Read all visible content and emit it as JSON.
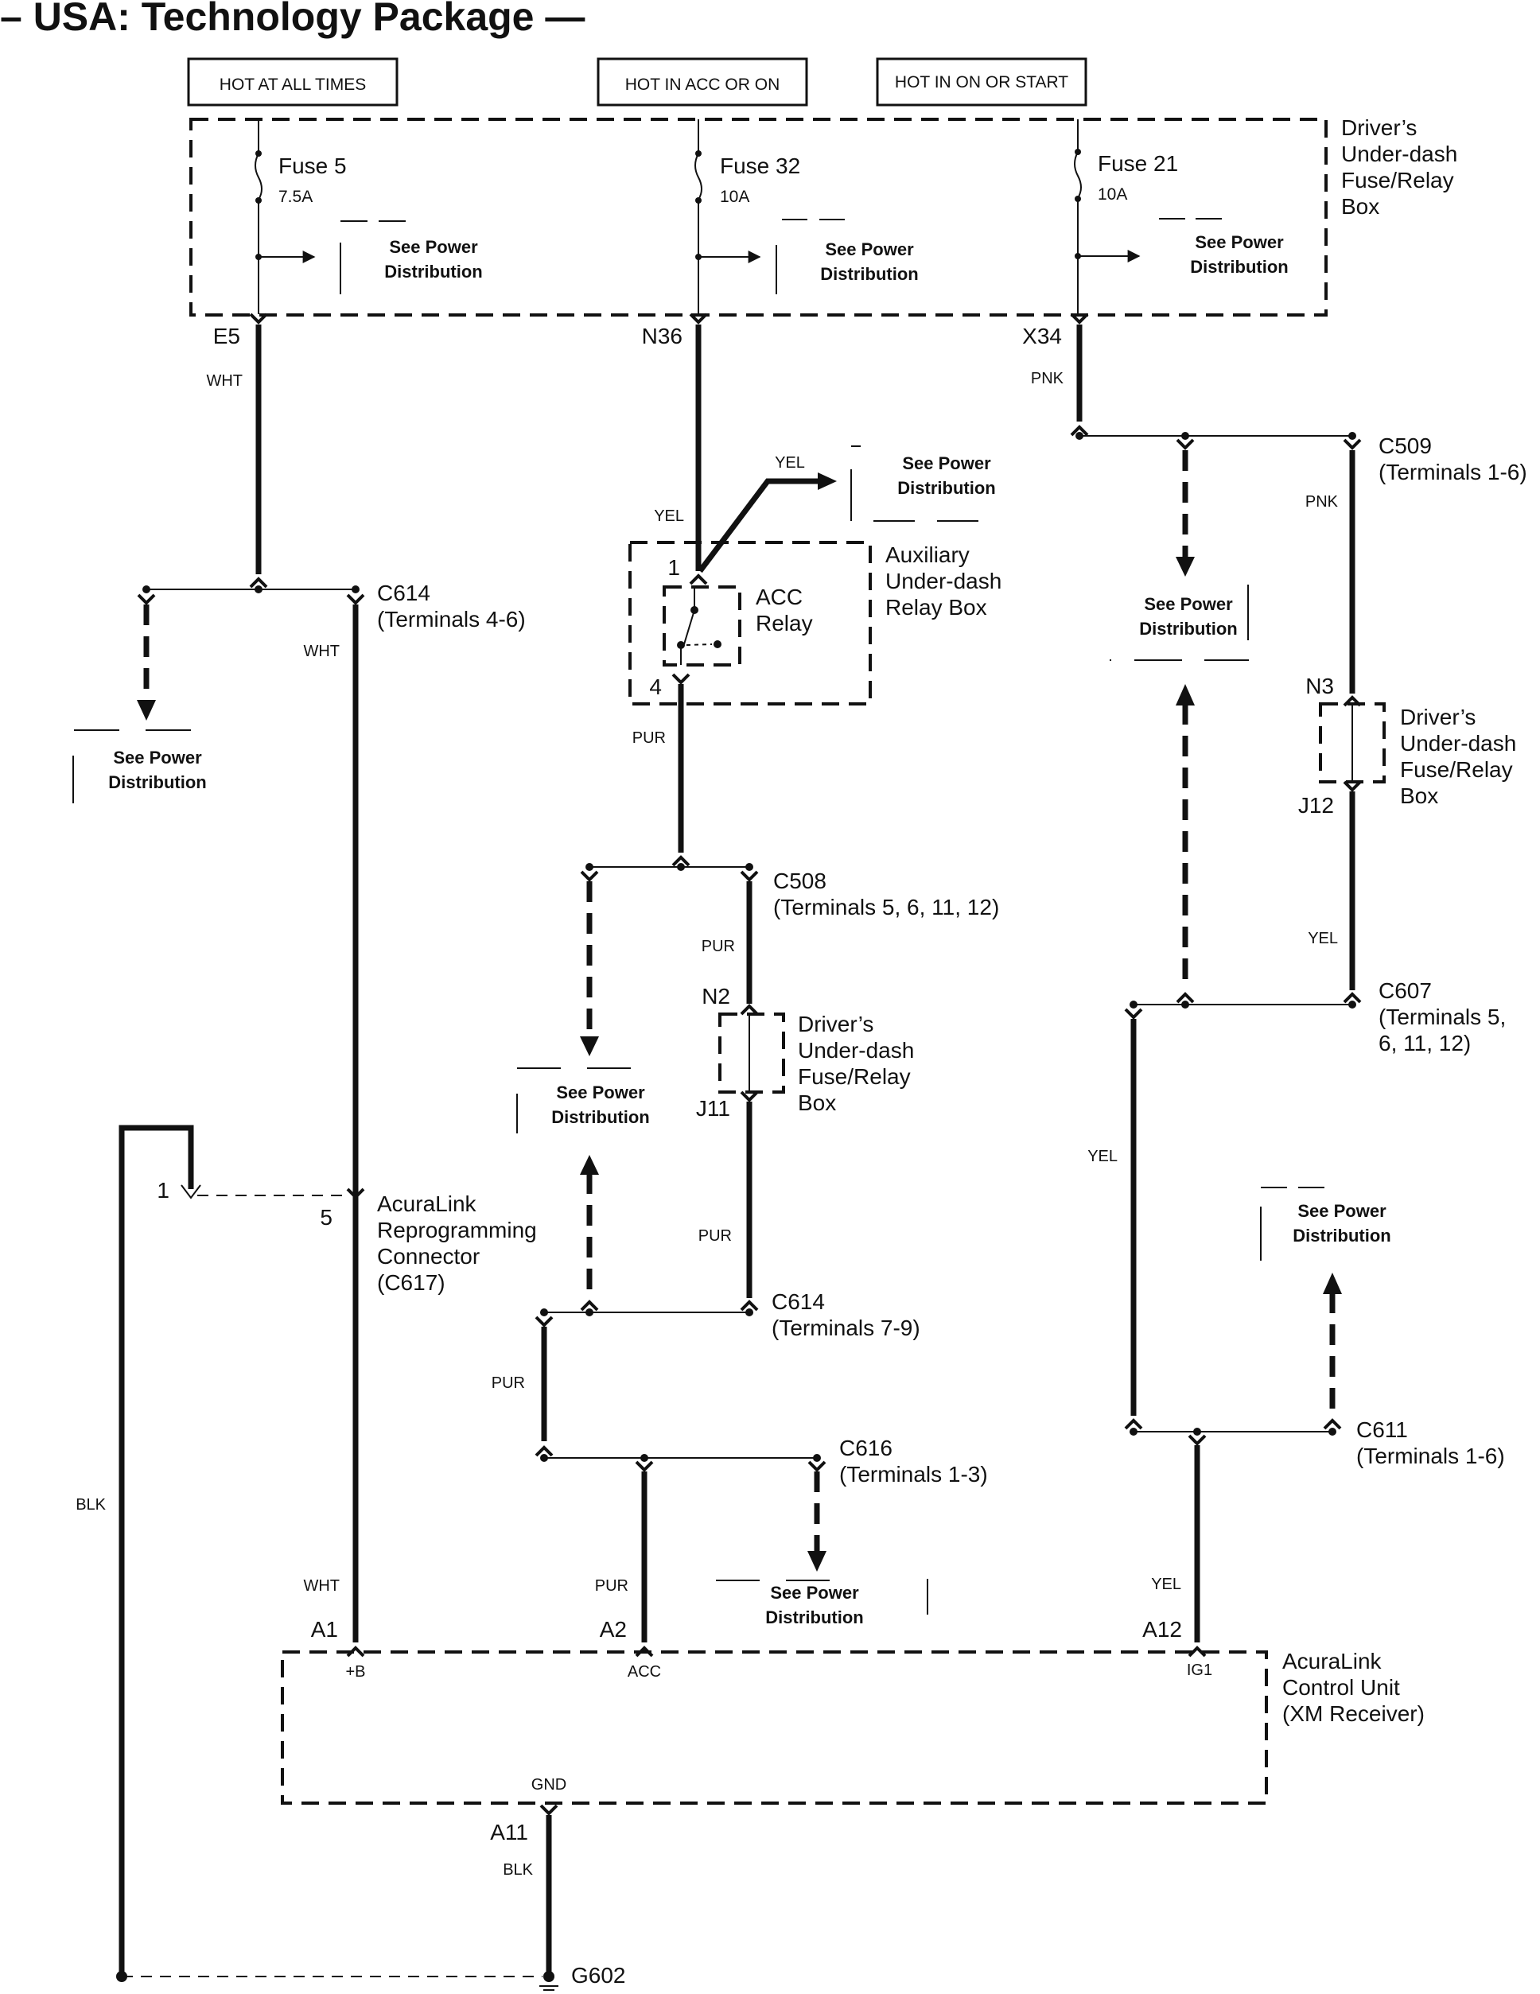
{
  "title": "– USA: Technology Package —",
  "power_sources": [
    {
      "label": "HOT AT ALL TIMES"
    },
    {
      "label": "HOT IN ACC OR ON"
    },
    {
      "label": "HOT IN ON OR START"
    }
  ],
  "fuse_box": {
    "name_lines": [
      "Driver’s",
      "Under-dash",
      "Fuse/Relay",
      "Box"
    ],
    "fuses": [
      {
        "name": "Fuse 5",
        "rating": "7.5A",
        "terminal": "E5"
      },
      {
        "name": "Fuse 32",
        "rating": "10A",
        "terminal": "N36"
      },
      {
        "name": "Fuse 21",
        "rating": "10A",
        "terminal": "X34"
      }
    ]
  },
  "see_power_distribution": [
    "See Power",
    "Distribution"
  ],
  "wire_colors": {
    "wht": "WHT",
    "yel": "YEL",
    "pur": "PUR",
    "pnk": "PNK",
    "blk": "BLK"
  },
  "connectors": {
    "c614_a": {
      "name": "C614",
      "terminals": "(Terminals 4-6)"
    },
    "c509": {
      "name": "C509",
      "terminals": "(Terminals 1-6)"
    },
    "c508": {
      "name": "C508",
      "terminals": "(Terminals 5, 6, 11, 12)"
    },
    "c607": {
      "name": "C607",
      "terminals_line1": "(Terminals 5,",
      "terminals_line2": "6, 11, 12)"
    },
    "c614_b": {
      "name": "C614",
      "terminals": "(Terminals 7-9)"
    },
    "c616": {
      "name": "C616",
      "terminals": "(Terminals 1-3)"
    },
    "c611": {
      "name": "C611",
      "terminals": "(Terminals 1-6)"
    }
  },
  "relay_box": {
    "name_lines": [
      "Auxiliary",
      "Under-dash",
      "Relay Box"
    ],
    "relay_lines": [
      "ACC",
      "Relay"
    ],
    "pin_in": "1",
    "pin_out": "4"
  },
  "inline_fuse_boxes": [
    {
      "top": "N2",
      "bottom": "J11",
      "name_lines": [
        "Driver’s",
        "Under-dash",
        "Fuse/Relay",
        "Box"
      ]
    },
    {
      "top": "N3",
      "bottom": "J12",
      "name_lines": [
        "Driver’s",
        "Under-dash",
        "Fuse/Relay",
        "Box"
      ]
    }
  ],
  "reprogramming_connector": {
    "pin_a": "1",
    "pin_b": "5",
    "name_lines": [
      "AcuraLink",
      "Reprogramming",
      "Connector",
      "(C617)"
    ]
  },
  "control_unit": {
    "name_lines": [
      "AcuraLink",
      "Control Unit",
      "(XM Receiver)"
    ],
    "pins": [
      {
        "pin": "A1",
        "function": "+B"
      },
      {
        "pin": "A2",
        "function": "ACC"
      },
      {
        "pin": "A12",
        "function": "IG1"
      },
      {
        "pin": "A11",
        "function": "GND"
      }
    ]
  },
  "ground": {
    "name": "G602"
  }
}
